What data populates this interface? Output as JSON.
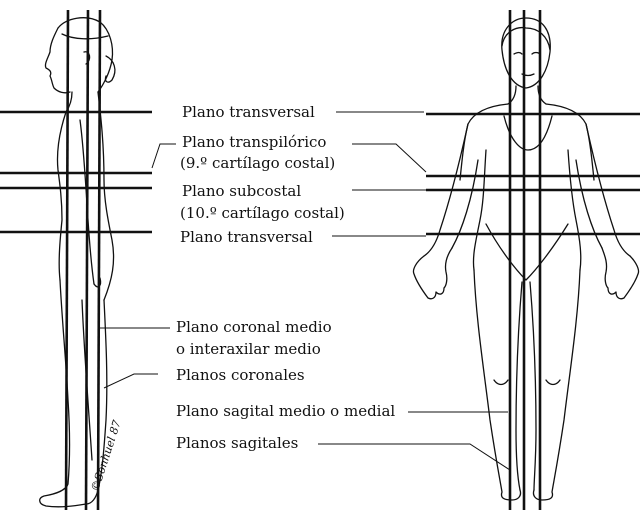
{
  "labels": {
    "transversal_top": "Plano transversal",
    "transpiloric": "Plano transpilórico",
    "transpiloric_note": "(9.º cartílago costal)",
    "subcostal": "Plano subcostal",
    "subcostal_note": "(10.º cartílago costal)",
    "transversal_bottom": "Plano transversal",
    "coronal_medio": "Plano coronal medio",
    "coronal_medio_2": "o interaxilar medio",
    "coronales": "Planos coronales",
    "sagital_medio": "Plano sagital medio o medial",
    "sagitales": "Planos sagitales"
  },
  "signature": "©Sonhuel 87",
  "colors": {
    "ink": "#111111",
    "paper": "#ffffff"
  }
}
